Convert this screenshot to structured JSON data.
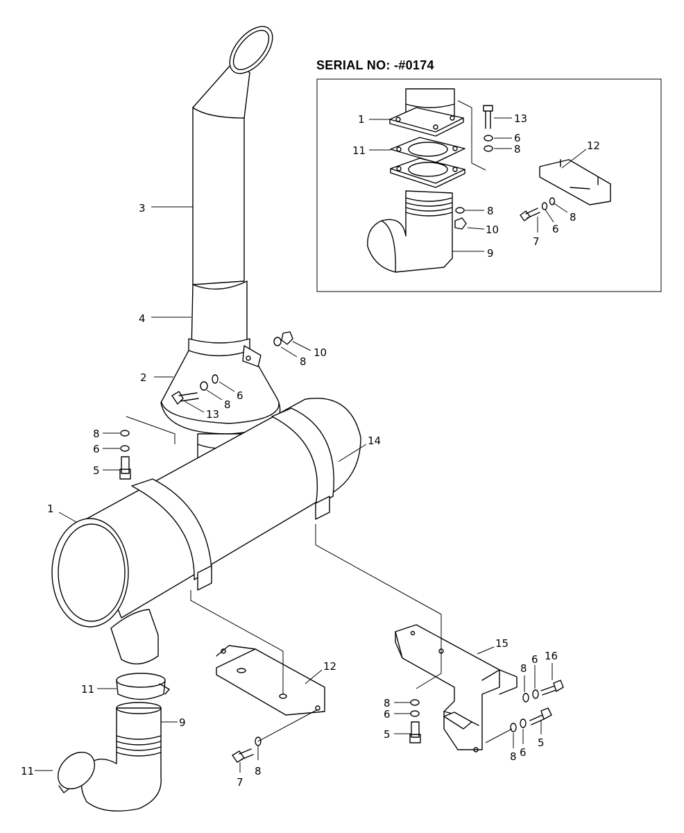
{
  "inset": {
    "serial_label": "SERIAL NO: -#0174"
  },
  "callouts": {
    "main": {
      "muffler": "1",
      "cone": "2",
      "stack": "3",
      "sleeve": "4",
      "bolt_a": "5",
      "washer_6_a": "6",
      "washer_8_a": "8",
      "nut_10": "10",
      "washer_8_b": "8",
      "washer_6_b": "6",
      "washer_8_c": "8",
      "bolt_13": "13",
      "band_14": "14",
      "clamp_11_a": "11",
      "elbow_9": "9",
      "clamp_11_b": "11",
      "bracket_12": "12",
      "bolt_7": "7",
      "washer_8_d": "8",
      "bracket_15": "15",
      "washer_8_e": "8",
      "washer_6_e": "6",
      "bolt_5_e": "5",
      "washer_8_f": "8",
      "washer_6_f": "6",
      "bolt_16": "16",
      "washer_8_g": "8",
      "washer_6_g": "6",
      "bolt_5_g": "5"
    },
    "inset": {
      "flange_1": "1",
      "gasket_11": "11",
      "bolt_13": "13",
      "washer_6": "6",
      "washer_8_a": "8",
      "plate_12": "12",
      "washer_8_b": "8",
      "nut_10": "10",
      "elbow_9": "9",
      "bolt_7": "7",
      "washer_6_b": "6",
      "washer_8_c": "8"
    }
  }
}
